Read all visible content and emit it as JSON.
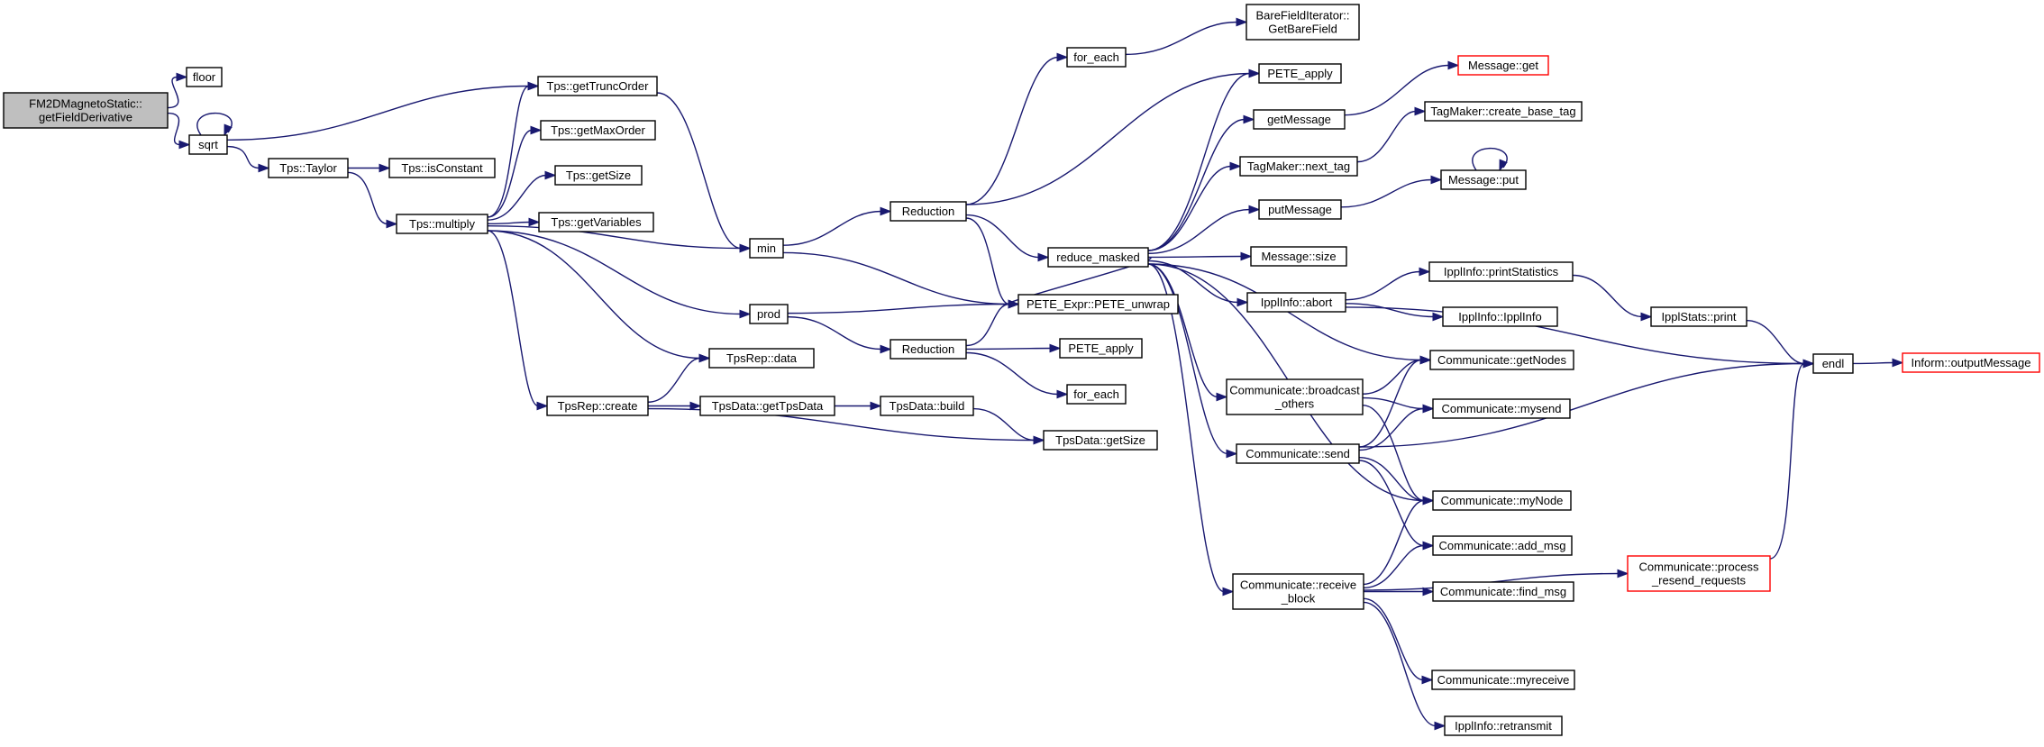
{
  "colors": {
    "edge": "#191970",
    "node_border": "#000000",
    "node_fill": "#ffffff",
    "root_fill": "#bfbfbf",
    "truncated_border": "#ff0000"
  },
  "nodes": [
    {
      "id": "root",
      "lines": [
        "FM2DMagnetoStatic::",
        "getFieldDerivative"
      ],
      "style": "root"
    },
    {
      "id": "floor",
      "lines": [
        "floor"
      ]
    },
    {
      "id": "sqrt",
      "lines": [
        "sqrt"
      ]
    },
    {
      "id": "getTruncOrder",
      "lines": [
        "Tps::getTruncOrder"
      ]
    },
    {
      "id": "getMaxOrder",
      "lines": [
        "Tps::getMaxOrder"
      ]
    },
    {
      "id": "tpsGetSize",
      "lines": [
        "Tps::getSize"
      ]
    },
    {
      "id": "getVariables",
      "lines": [
        "Tps::getVariables"
      ]
    },
    {
      "id": "taylor",
      "lines": [
        "Tps::Taylor"
      ]
    },
    {
      "id": "isConstant",
      "lines": [
        "Tps::isConstant"
      ]
    },
    {
      "id": "multiply",
      "lines": [
        "Tps::multiply"
      ]
    },
    {
      "id": "min",
      "lines": [
        "min"
      ]
    },
    {
      "id": "prod",
      "lines": [
        "prod"
      ]
    },
    {
      "id": "tpsRepData",
      "lines": [
        "TpsRep::data"
      ]
    },
    {
      "id": "tpsRepCreate",
      "lines": [
        "TpsRep::create"
      ]
    },
    {
      "id": "getTpsData",
      "lines": [
        "TpsData::getTpsData"
      ]
    },
    {
      "id": "tpsDataBuild",
      "lines": [
        "TpsData::build"
      ]
    },
    {
      "id": "tpsDataGetSize",
      "lines": [
        "TpsData::getSize"
      ]
    },
    {
      "id": "reduction1",
      "lines": [
        "Reduction"
      ]
    },
    {
      "id": "reduction2",
      "lines": [
        "Reduction"
      ]
    },
    {
      "id": "forEach1",
      "lines": [
        "for_each"
      ]
    },
    {
      "id": "forEach2",
      "lines": [
        "for_each"
      ]
    },
    {
      "id": "bareField",
      "lines": [
        "BareFieldIterator::",
        "GetBareField"
      ]
    },
    {
      "id": "peteApply1",
      "lines": [
        "PETE_apply"
      ]
    },
    {
      "id": "peteApply2",
      "lines": [
        "PETE_apply"
      ]
    },
    {
      "id": "peteUnwrap",
      "lines": [
        "PETE_Expr::PETE_unwrap"
      ]
    },
    {
      "id": "reduceMasked",
      "lines": [
        "reduce_masked"
      ]
    },
    {
      "id": "getMessage",
      "lines": [
        "getMessage"
      ]
    },
    {
      "id": "nextTag",
      "lines": [
        "TagMaker::next_tag"
      ]
    },
    {
      "id": "putMessage",
      "lines": [
        "putMessage"
      ]
    },
    {
      "id": "messageSize",
      "lines": [
        "Message::size"
      ]
    },
    {
      "id": "abort",
      "lines": [
        "IpplInfo::abort"
      ]
    },
    {
      "id": "messageGet",
      "lines": [
        "Message::get"
      ],
      "style": "truncated"
    },
    {
      "id": "createBaseTag",
      "lines": [
        "TagMaker::create_base_tag"
      ]
    },
    {
      "id": "messagePut",
      "lines": [
        "Message::put"
      ]
    },
    {
      "id": "printStatistics",
      "lines": [
        "IpplInfo::printStatistics"
      ]
    },
    {
      "id": "ipplInfoCtor",
      "lines": [
        "IpplInfo::IpplInfo"
      ]
    },
    {
      "id": "ipplStatsPrint",
      "lines": [
        "IpplStats::print"
      ]
    },
    {
      "id": "broadcastOthers",
      "lines": [
        "Communicate::broadcast",
        "_others"
      ]
    },
    {
      "id": "send",
      "lines": [
        "Communicate::send"
      ]
    },
    {
      "id": "receiveBlock",
      "lines": [
        "Communicate::receive",
        "_block"
      ]
    },
    {
      "id": "getNodes",
      "lines": [
        "Communicate::getNodes"
      ]
    },
    {
      "id": "mysend",
      "lines": [
        "Communicate::mysend"
      ]
    },
    {
      "id": "myNode",
      "lines": [
        "Communicate::myNode"
      ]
    },
    {
      "id": "addMsg",
      "lines": [
        "Communicate::add_msg"
      ]
    },
    {
      "id": "findMsg",
      "lines": [
        "Communicate::find_msg"
      ]
    },
    {
      "id": "myreceive",
      "lines": [
        "Communicate::myreceive"
      ]
    },
    {
      "id": "retransmit",
      "lines": [
        "IpplInfo::retransmit"
      ]
    },
    {
      "id": "processResend",
      "lines": [
        "Communicate::process",
        "_resend_requests"
      ],
      "style": "truncated"
    },
    {
      "id": "endl",
      "lines": [
        "endl"
      ]
    },
    {
      "id": "outputMessage",
      "lines": [
        "Inform::outputMessage"
      ],
      "style": "truncated"
    }
  ],
  "edges": [
    [
      "root",
      "floor"
    ],
    [
      "root",
      "sqrt"
    ],
    [
      "sqrt",
      "sqrt"
    ],
    [
      "sqrt",
      "getTruncOrder"
    ],
    [
      "sqrt",
      "taylor"
    ],
    [
      "taylor",
      "isConstant"
    ],
    [
      "taylor",
      "multiply"
    ],
    [
      "multiply",
      "getTruncOrder"
    ],
    [
      "multiply",
      "getMaxOrder"
    ],
    [
      "multiply",
      "tpsGetSize"
    ],
    [
      "multiply",
      "getVariables"
    ],
    [
      "multiply",
      "min"
    ],
    [
      "multiply",
      "prod"
    ],
    [
      "multiply",
      "tpsRepData"
    ],
    [
      "multiply",
      "tpsRepCreate"
    ],
    [
      "getTruncOrder",
      "min"
    ],
    [
      "tpsRepCreate",
      "tpsRepData"
    ],
    [
      "tpsRepCreate",
      "getTpsData"
    ],
    [
      "tpsRepCreate",
      "tpsDataGetSize"
    ],
    [
      "getTpsData",
      "tpsDataBuild"
    ],
    [
      "tpsDataBuild",
      "tpsDataGetSize"
    ],
    [
      "min",
      "reduction1"
    ],
    [
      "min",
      "peteUnwrap"
    ],
    [
      "prod",
      "peteUnwrap"
    ],
    [
      "prod",
      "reduction2"
    ],
    [
      "reduction1",
      "forEach1"
    ],
    [
      "reduction1",
      "peteApply1"
    ],
    [
      "reduction1",
      "reduceMasked"
    ],
    [
      "reduction1",
      "peteUnwrap"
    ],
    [
      "forEach1",
      "bareField"
    ],
    [
      "reduction2",
      "peteUnwrap"
    ],
    [
      "reduction2",
      "peteApply2"
    ],
    [
      "reduction2",
      "forEach2"
    ],
    [
      "reduceMasked",
      "peteUnwrap"
    ],
    [
      "reduceMasked",
      "peteApply1"
    ],
    [
      "reduceMasked",
      "getMessage"
    ],
    [
      "reduceMasked",
      "nextTag"
    ],
    [
      "reduceMasked",
      "putMessage"
    ],
    [
      "reduceMasked",
      "messageSize"
    ],
    [
      "reduceMasked",
      "abort"
    ],
    [
      "reduceMasked",
      "broadcastOthers"
    ],
    [
      "reduceMasked",
      "send"
    ],
    [
      "reduceMasked",
      "receiveBlock"
    ],
    [
      "reduceMasked",
      "getNodes"
    ],
    [
      "reduceMasked",
      "myNode"
    ],
    [
      "getMessage",
      "messageGet"
    ],
    [
      "nextTag",
      "createBaseTag"
    ],
    [
      "putMessage",
      "messagePut"
    ],
    [
      "messagePut",
      "messagePut"
    ],
    [
      "abort",
      "printStatistics"
    ],
    [
      "abort",
      "ipplInfoCtor"
    ],
    [
      "abort",
      "endl"
    ],
    [
      "printStatistics",
      "ipplStatsPrint"
    ],
    [
      "ipplStatsPrint",
      "endl"
    ],
    [
      "endl",
      "outputMessage"
    ],
    [
      "broadcastOthers",
      "getNodes"
    ],
    [
      "broadcastOthers",
      "mysend"
    ],
    [
      "broadcastOthers",
      "myNode"
    ],
    [
      "send",
      "getNodes"
    ],
    [
      "send",
      "mysend"
    ],
    [
      "send",
      "myNode"
    ],
    [
      "send",
      "addMsg"
    ],
    [
      "send",
      "endl"
    ],
    [
      "receiveBlock",
      "myNode"
    ],
    [
      "receiveBlock",
      "addMsg"
    ],
    [
      "receiveBlock",
      "findMsg"
    ],
    [
      "receiveBlock",
      "myreceive"
    ],
    [
      "receiveBlock",
      "retransmit"
    ],
    [
      "receiveBlock",
      "processResend"
    ],
    [
      "processResend",
      "endl"
    ]
  ]
}
